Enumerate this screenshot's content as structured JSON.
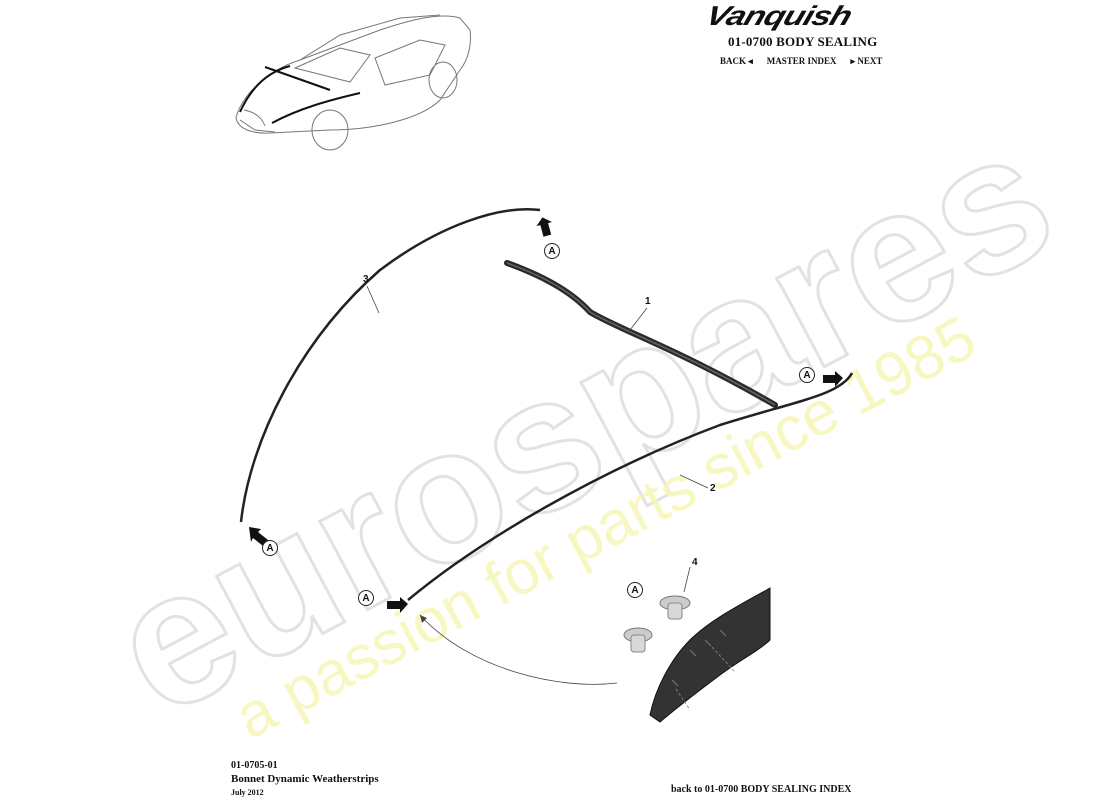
{
  "header": {
    "logo_text": "Vanquish",
    "section_title": "01-0700 BODY SEALING",
    "nav": {
      "back": "BACK ◂",
      "master_index": "MASTER INDEX",
      "next": "▸ NEXT"
    }
  },
  "diagram": {
    "callouts": [
      {
        "id": "1",
        "label": "1"
      },
      {
        "id": "2",
        "label": "2"
      },
      {
        "id": "3",
        "label": "3"
      },
      {
        "id": "4",
        "label": "4"
      }
    ],
    "reference_marker": "A",
    "icons": [
      "car-overview-illustration",
      "arrow-icon",
      "weatherstrip",
      "clip-fastener"
    ]
  },
  "watermark": {
    "brand": "eurospares",
    "tagline": "a passion for parts since 1985",
    "brand_color": "#e6e6e6",
    "tagline_color": "#f3f3a0"
  },
  "footer": {
    "part_code": "01-0705-01",
    "part_name": "Bonnet Dynamic Weatherstrips",
    "date": "July 2012",
    "back_link": "back to 01-0700 BODY SEALING INDEX"
  }
}
